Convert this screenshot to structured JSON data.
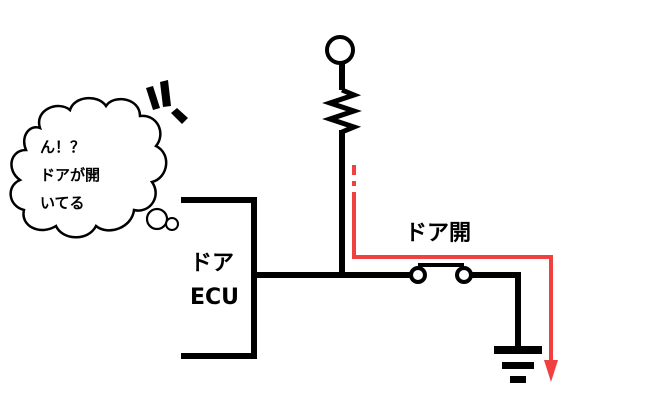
{
  "speech_bubble": {
    "line1": "ん！？",
    "line2": "ドアが開",
    "line3": "いてる"
  },
  "ecu_label": {
    "line1": "ドア",
    "line2": "ECU"
  },
  "switch_label": "ドア開",
  "colors": {
    "wire": "#000000",
    "current_path": "#f04040",
    "background": "#ffffff"
  },
  "icons": [
    "power-terminal-icon",
    "resistor-icon",
    "switch-icon",
    "ground-icon",
    "exclamation-burst-icon",
    "current-arrow-icon"
  ]
}
